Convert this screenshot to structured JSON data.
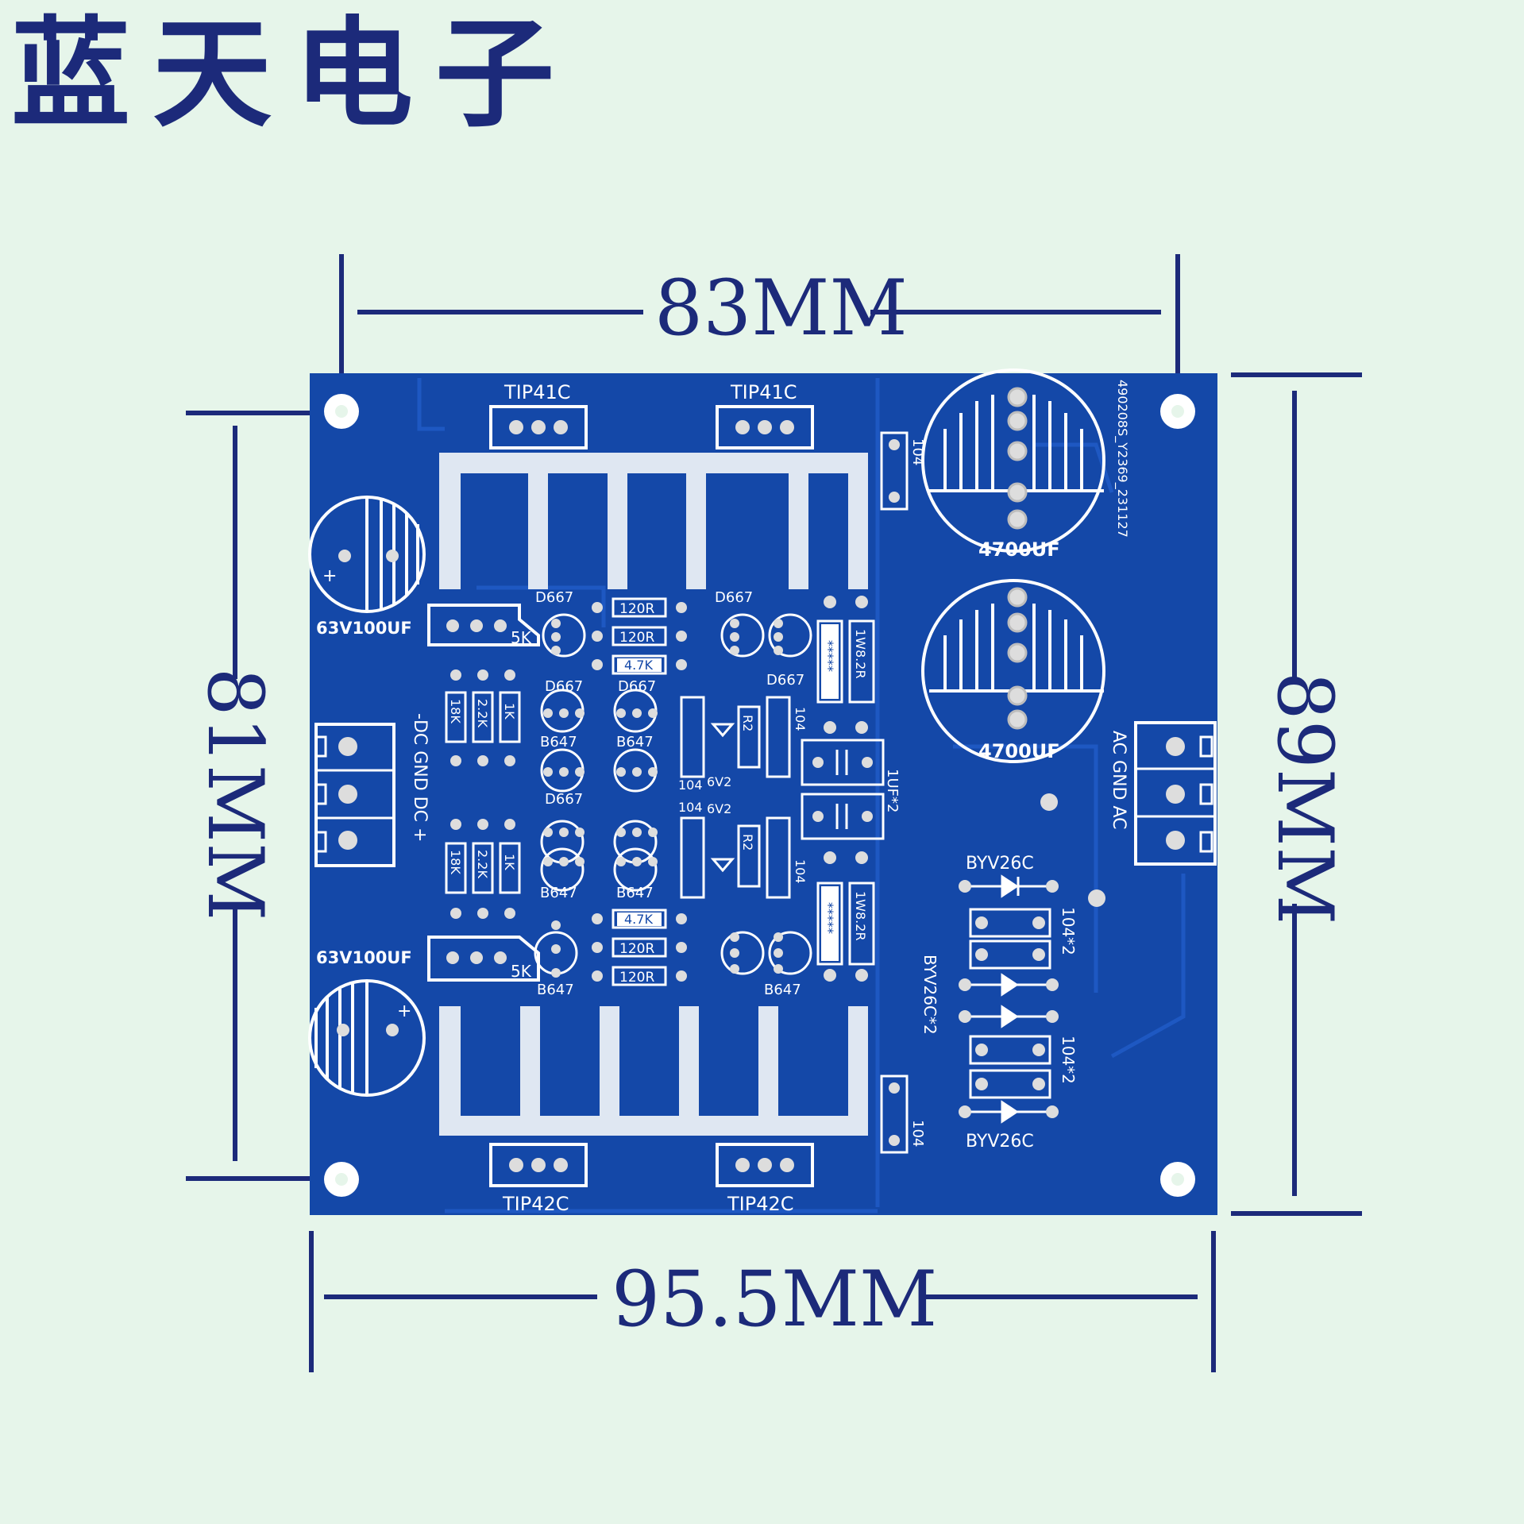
{
  "brand": {
    "title": "蓝天电子"
  },
  "dimensions": {
    "top": "83MM",
    "bottom": "95.5MM",
    "left": "81MM",
    "right": "89MM"
  },
  "pcb": {
    "id": "490208S_Y2369_231127",
    "transistors_top": [
      "TIP41C",
      "TIP41C"
    ],
    "transistors_bottom": [
      "TIP42C",
      "TIP42C"
    ],
    "cap_big": [
      "4700UF",
      "4700UF"
    ],
    "cap_small": [
      "63V100UF",
      "63V100UF"
    ],
    "trim": [
      "5K",
      "5K"
    ],
    "dc_terminal": "-DC GND DC +",
    "ac_terminal": "AC GND AC",
    "cap_104": [
      "104",
      "104",
      "104",
      "104",
      "104",
      "104"
    ],
    "d667": [
      "D667",
      "D667",
      "D667",
      "D667",
      "D667",
      "D667"
    ],
    "b647": [
      "B647",
      "B647",
      "B647",
      "B647",
      "B647",
      "B647"
    ],
    "resistors_top": [
      "120R",
      "120R",
      "4.7K"
    ],
    "resistors_bottom": [
      "4.7K",
      "120R",
      "120R"
    ],
    "res_col": [
      "18K",
      "2.2K",
      "1K",
      "18K",
      "2.2K",
      "1K"
    ],
    "r2": [
      "R2",
      "R2"
    ],
    "zener": [
      "6V2",
      "6V2"
    ],
    "power_res": [
      "1W8.2R",
      "1W8.2R"
    ],
    "power_res_stars": [
      "*****",
      "*****"
    ],
    "film_cap": "1UF*2",
    "diode": [
      "BYV26C",
      "BYV26C"
    ],
    "diode_pair": "BYV26C*2",
    "cap_pair": [
      "104*2",
      "104*2"
    ]
  },
  "colors": {
    "board": "#1448a8",
    "silk": "#ffffff",
    "ink": "#1c2a7a",
    "background": "#e6f5ea"
  }
}
